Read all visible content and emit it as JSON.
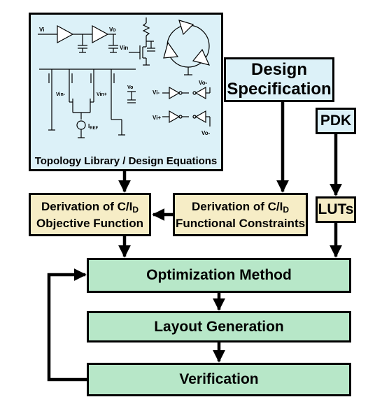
{
  "library": {
    "title": "Topology Library / Design Equations",
    "labels": {
      "vi": "Vi",
      "vo": "Vo",
      "vin": "Vin",
      "vinm": "Vin-",
      "vinp": "Vin+",
      "vo2": "Vo",
      "iref_main": "I",
      "iref_sub": "REF",
      "vim": "Vi-",
      "vip": "Vi+",
      "vom": "Vo-",
      "vom2": "Vo-"
    }
  },
  "design_spec": {
    "line1": "Design",
    "line2": "Specification"
  },
  "pdk": {
    "label": "PDK"
  },
  "luts": {
    "label": "LUTs"
  },
  "deriv_objective": {
    "line1_pre": "Derivation of C/I",
    "line1_sub": "D",
    "line2": "Objective Function"
  },
  "deriv_constraints": {
    "line1_pre": "Derivation of C/I",
    "line1_sub": "D",
    "line2": "Functional Constraints"
  },
  "optimization": {
    "label": "Optimization Method"
  },
  "layout_gen": {
    "label": "Layout Generation"
  },
  "verification": {
    "label": "Verification"
  },
  "colors": {
    "blue": "#dcf1f8",
    "tan": "#f6edc6",
    "green": "#b7e7c8",
    "line": "#000000"
  }
}
